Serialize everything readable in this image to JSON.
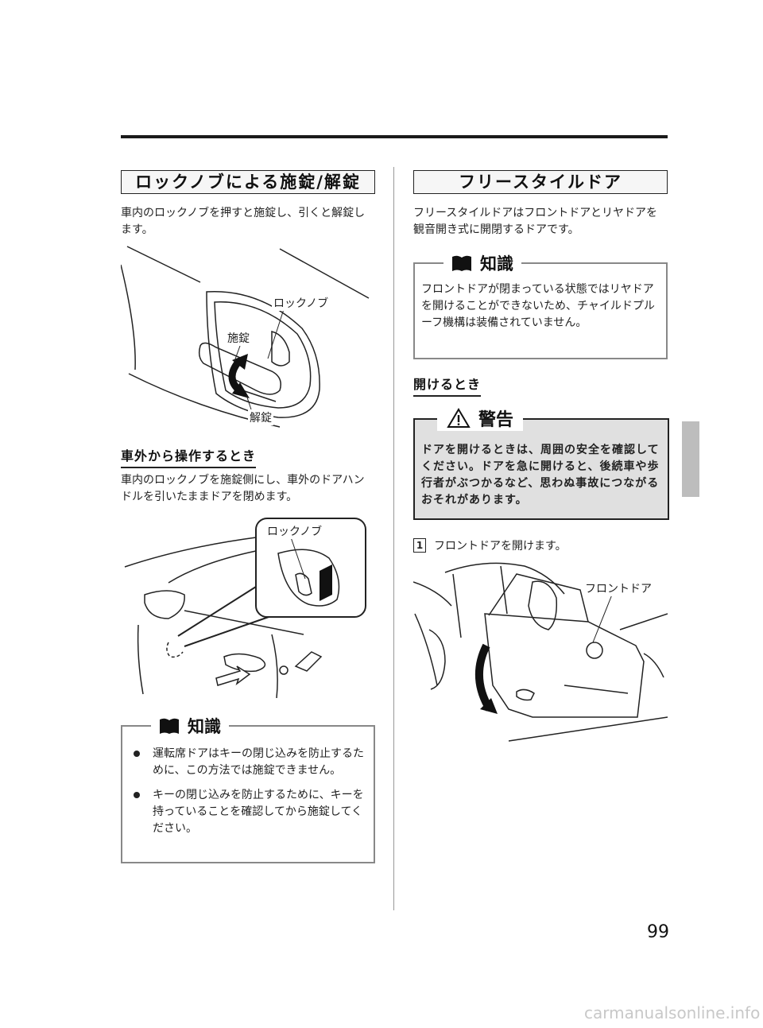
{
  "page": {
    "number": "99"
  },
  "left": {
    "section_title": "ロックノブによる施錠/解錠",
    "intro": "車内のロックノブを押すと施錠し、引くと解錠します。",
    "fig1": {
      "label_knob": "ロックノブ",
      "label_lock": "施錠",
      "label_unlock": "解錠"
    },
    "subsection_title": "車外から操作するとき",
    "subsection_text": "車内のロックノブを施錠側にし、車外のドアハンドルを引いたままドアを閉めます。",
    "fig2": {
      "label_knob": "ロックノブ"
    },
    "info": {
      "title": "知識",
      "items": [
        "運転席ドアはキーの閉じ込みを防止するために、この方法では施錠できません。",
        "キーの閉じ込みを防止するために、キーを持っていることを確認してから施錠してください。"
      ]
    }
  },
  "right": {
    "section_title": "フリースタイルドア",
    "intro": "フリースタイルドアはフロントドアとリヤドアを観音開き式に開閉するドアです。",
    "info": {
      "title": "知識",
      "text": "フロントドアが閉まっている状態ではリヤドアを開けることができないため、チャイルドプルーフ機構は装備されていません。"
    },
    "subsection_title": "開けるとき",
    "warning": {
      "title": "警告",
      "text": "ドアを開けるときは、周囲の安全を確認してください。ドアを急に開けると、後続車や歩行者がぶつかるなど、思わぬ事故につながるおそれがあります。"
    },
    "step": {
      "number": "1",
      "text": "フロントドアを開けます。"
    },
    "fig3": {
      "label_door": "フロントドア"
    }
  },
  "watermark": "carmanualsonline.info",
  "colors": {
    "warning_bg": "#e0e0e0",
    "info_border": "#888888",
    "side_tab": "#bdbdbd"
  }
}
